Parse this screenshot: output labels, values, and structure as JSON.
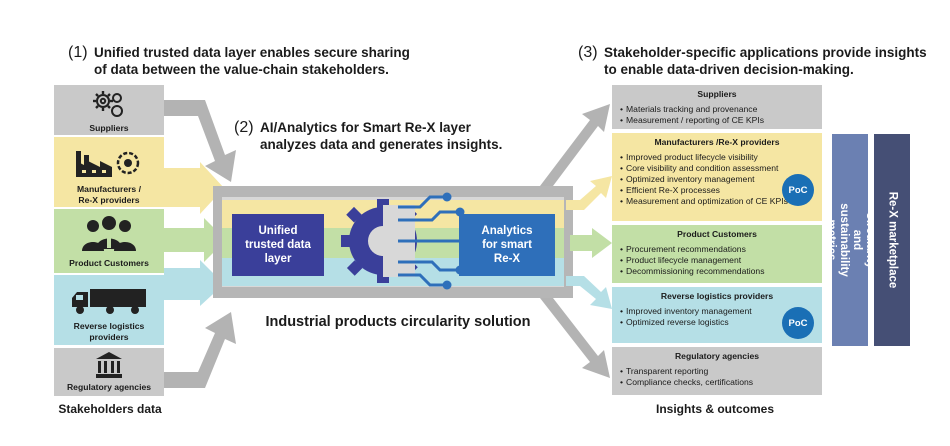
{
  "steps": [
    {
      "num": "(1)",
      "lines": [
        "Unified trusted data layer enables secure sharing",
        "of data between the value-chain stakeholders."
      ]
    },
    {
      "num": "(2)",
      "lines": [
        "AI/Analytics for Smart Re-X layer",
        "analyzes data and generates insights."
      ]
    },
    {
      "num": "(3)",
      "lines": [
        "Stakeholder-specific applications provide insights",
        "to enable data-driven decision-making."
      ]
    }
  ],
  "stakeholders": [
    {
      "label": "Suppliers",
      "icon": "gears-icon",
      "color": "#c9c9c9"
    },
    {
      "label": "Manufacturers /\nRe-X providers",
      "icon": "factory-icon",
      "color": "#f5e6a3"
    },
    {
      "label": "Product Customers",
      "icon": "customers-icon",
      "color": "#c2dfa6"
    },
    {
      "label": "Reverse logistics\nproviders",
      "icon": "truck-icon",
      "color": "#b5dfe6"
    },
    {
      "label": "Regulatory agencies",
      "icon": "bank-icon",
      "color": "#c9c9c9"
    }
  ],
  "left_caption": "Stakeholders data",
  "hub": {
    "left_label": "Unified\ntrusted data\nlayer",
    "right_label": "Analytics\nfor smart\nRe-X",
    "caption": "Industrial products circularity solution",
    "left_color": "#3a3f9a",
    "right_color": "#2e6fba"
  },
  "outcomes": [
    {
      "title": "Suppliers",
      "items": [
        "Materials tracking and provenance",
        "Measurement / reporting of CE KPIs"
      ],
      "poc": "",
      "color": "#c9c9c9"
    },
    {
      "title": "Manufacturers /Re-X providers",
      "items": [
        "Improved product lifecycle visibility",
        "Core visibility and condition assessment",
        "Optimized inventory management",
        "Efficient Re-X processes",
        "Measurement and optimization of CE KPIs"
      ],
      "poc": "PoC",
      "color": "#f5e6a3"
    },
    {
      "title": "Product Customers",
      "items": [
        "Procurement recommendations",
        "Product lifecycle management",
        "Decommissioning recommendations"
      ],
      "poc": "",
      "color": "#c2dfa6"
    },
    {
      "title": "Reverse logistics providers",
      "items": [
        "Improved inventory management",
        "Optimized reverse logistics"
      ],
      "poc": "PoC",
      "color": "#b5dfe6"
    },
    {
      "title": "Regulatory agencies",
      "items": [
        "Transparent reporting",
        "Compliance checks, certifications"
      ],
      "poc": "",
      "color": "#c9c9c9"
    }
  ],
  "right_caption": "Insights & outcomes",
  "side_bars": [
    {
      "label": "Circularity and\nsustainability metrics",
      "color": "#6b80b2"
    },
    {
      "label": "Re-X marketplace",
      "color": "#454f75"
    }
  ]
}
